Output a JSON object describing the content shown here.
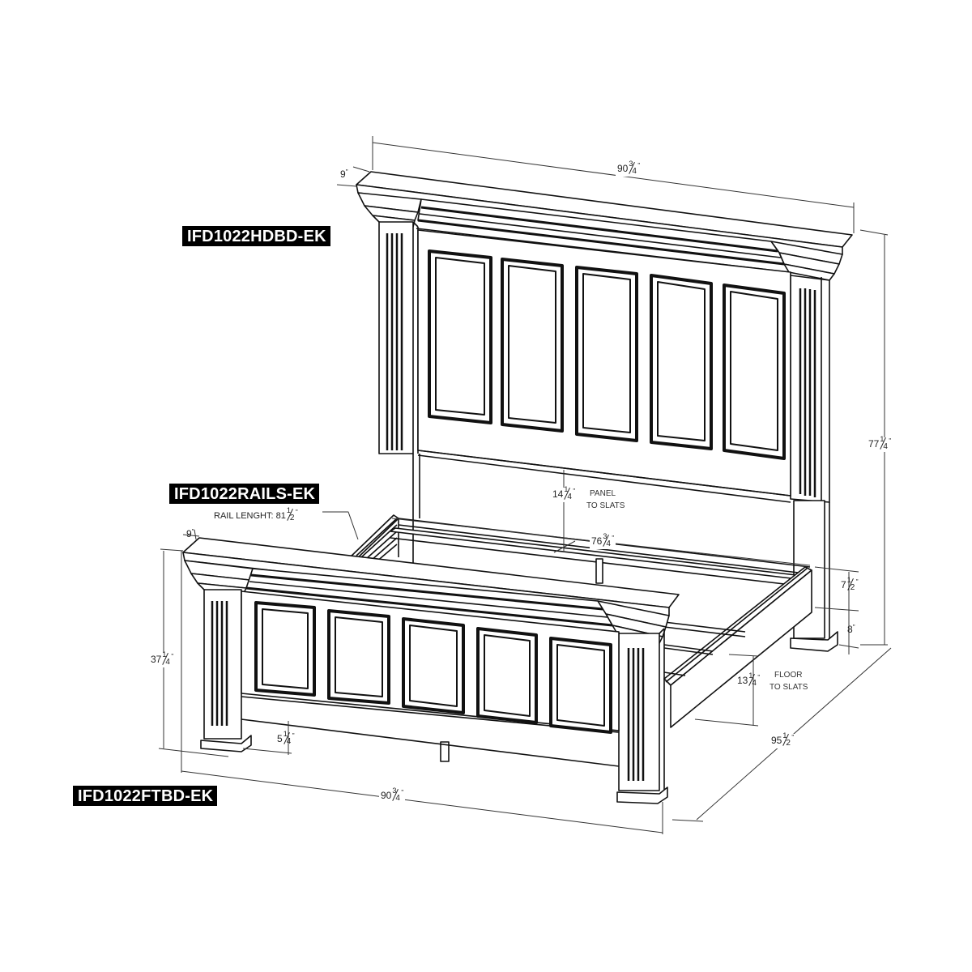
{
  "title": "Bed assembly dimension drawing",
  "part_labels": {
    "headboard": "IFD1022HDBD-EK",
    "rails": "IFD1022RAILS-EK",
    "footboard": "IFD1022FTBD-EK"
  },
  "rail_length": {
    "prefix": "RAIL LENGHT: 81",
    "num": "1",
    "den": "2",
    "unit": "\""
  },
  "dimensions": {
    "headboard_width": {
      "whole": "90",
      "num": "3",
      "den": "4",
      "unit": "\""
    },
    "headboard_depth": {
      "whole": "9",
      "unit": "\""
    },
    "headboard_height": {
      "whole": "77",
      "num": "1",
      "den": "4",
      "unit": "\""
    },
    "panel_to_slats": {
      "whole": "14",
      "num": "1",
      "den": "4",
      "unit": "\"",
      "note_line1": "PANEL",
      "note_line2": "TO SLATS"
    },
    "inner_width": {
      "whole": "76",
      "num": "3",
      "den": "4",
      "unit": "\""
    },
    "rail_height": {
      "whole": "7",
      "num": "1",
      "den": "2",
      "unit": "\""
    },
    "rail_floor_gap": {
      "whole": "8",
      "unit": "\""
    },
    "floor_to_slats": {
      "whole": "13",
      "num": "1",
      "den": "4",
      "unit": "\"",
      "note_line1": "FLOOR",
      "note_line2": "TO SLATS"
    },
    "overall_length": {
      "whole": "95",
      "num": "1",
      "den": "2",
      "unit": "\""
    },
    "footboard_depth": {
      "whole": "9",
      "unit": "\""
    },
    "footboard_height": {
      "whole": "37",
      "num": "1",
      "den": "4",
      "unit": "\""
    },
    "footboard_clearance": {
      "whole": "5",
      "num": "1",
      "den": "4",
      "unit": "\""
    },
    "footboard_width": {
      "whole": "90",
      "num": "3",
      "den": "4",
      "unit": "\""
    }
  },
  "colors": {
    "line": "#111111",
    "label_bg": "#000000",
    "label_text": "#ffffff",
    "background": "#ffffff"
  }
}
